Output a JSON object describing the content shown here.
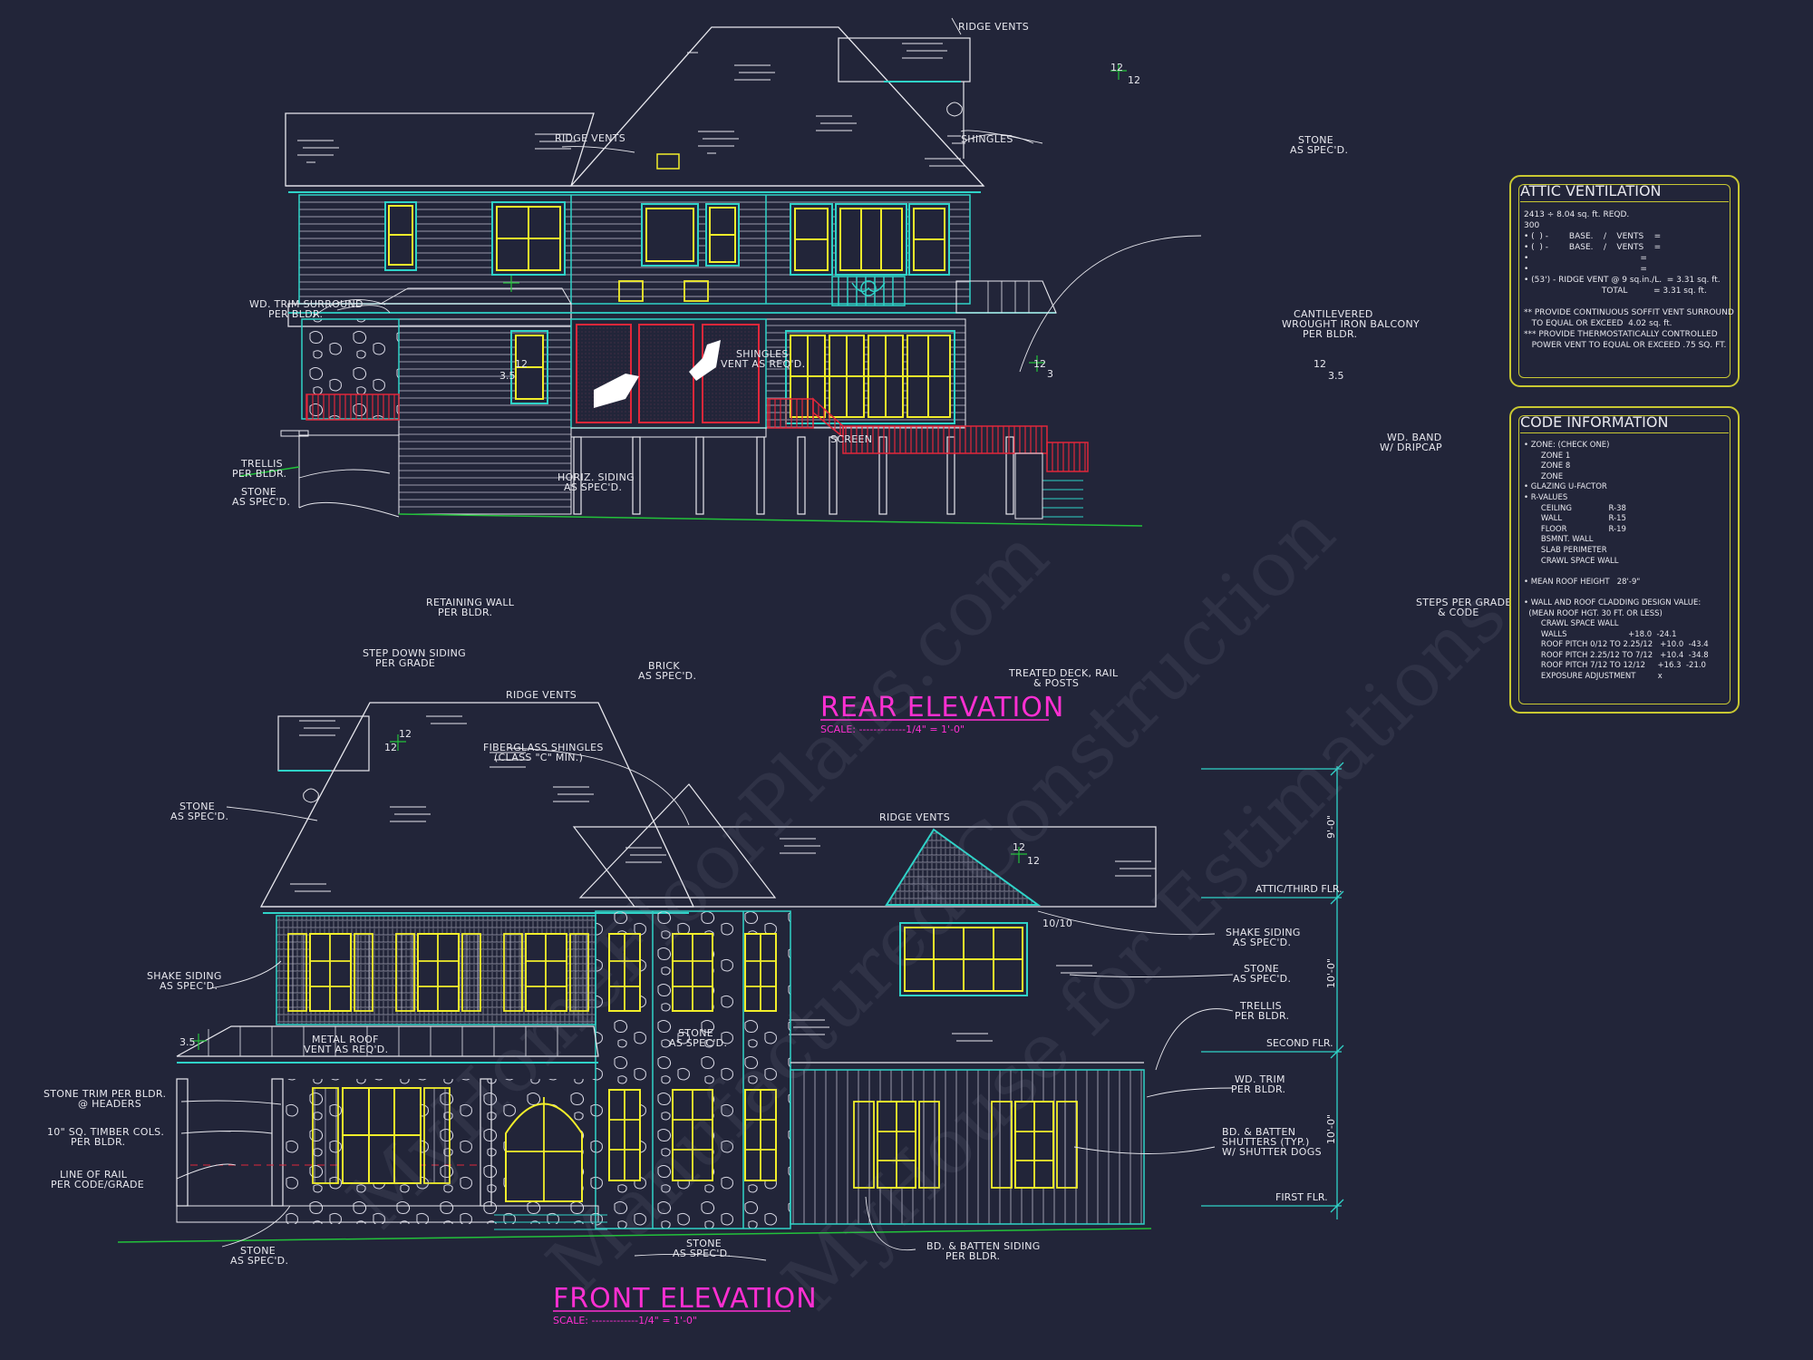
{
  "colors": {
    "background": "#222539",
    "wall": "#2fd3c8",
    "window": "#f2ee2a",
    "rail": "#e0273a",
    "title": "#ff2fd2",
    "line": "#e8e8ee",
    "grade": "#22c23a",
    "panel_border": "#c9c832"
  },
  "rear": {
    "title": "REAR ELEVATION",
    "scale": "SCALE: -------------1/4\" = 1'-0\"",
    "labels": {
      "ridge_vents_top": "RIDGE VENTS",
      "ridge_vents_left": "RIDGE VENTS",
      "shingles": "SHINGLES",
      "stone_top1": "STONE",
      "stone_top2": "AS SPEC'D.",
      "trim1": "WD. TRIM SURROUND",
      "trim2": "PER BLDR.",
      "shingles_vent1": "SHINGLES",
      "shingles_vent2": "VENT AS REQ'D.",
      "balcony1": "CANTILEVERED",
      "balcony2": "WROUGHT IRON BALCONY",
      "balcony3": "PER BLDR.",
      "trellis1": "TRELLIS",
      "trellis2": "PER BLDR.",
      "stone_l1": "STONE",
      "stone_l2": "AS SPEC'D.",
      "horiz1": "HORIZ. SIDING",
      "horiz2": "AS SPEC'D.",
      "screen": "SCREEN",
      "band1": "WD. BAND",
      "band2": "W/ DRIPCAP",
      "retain1": "RETAINING WALL",
      "retain2": "PER BLDR.",
      "stepdown1": "STEP DOWN SIDING",
      "stepdown2": "PER GRADE",
      "brick1": "BRICK",
      "brick2": "AS SPEC'D.",
      "deck1": "TREATED DECK, RAIL",
      "deck2": "& POSTS",
      "steps1": "STEPS PER GRADE",
      "steps2": "& CODE"
    },
    "pitch": {
      "twelve_a": "12",
      "twelve_b": "12",
      "twelve_c": "12",
      "twelve_d": "12",
      "twelve_e": "12",
      "p35_a": "3.5",
      "p35_b": "3.5",
      "p3": "3"
    }
  },
  "front": {
    "title": "FRONT ELEVATION",
    "scale": "SCALE: -------------1/4\" = 1'-0\"",
    "labels": {
      "ridge_vents_a": "RIDGE VENTS",
      "ridge_vents_b": "RIDGE VENTS",
      "fiber1": "FIBERGLASS SHINGLES",
      "fiber2": "(CLASS \"C\" MIN.)",
      "stone_a1": "STONE",
      "stone_a2": "AS SPEC'D.",
      "shake_l1": "SHAKE SIDING",
      "shake_l2": "AS SPEC'D.",
      "metal1": "METAL ROOF",
      "metal2": "VENT AS REQ'D.",
      "stone_c1": "STONE",
      "stone_c2": "AS SPEC'D.",
      "trim_stone1": "STONE TRIM PER BLDR.",
      "trim_stone2": "@ HEADERS",
      "timber1": "10\" SQ. TIMBER COLS.",
      "timber2": "PER BLDR.",
      "rail1": "LINE OF RAIL",
      "rail2": "PER CODE/GRADE",
      "stone_b1": "STONE",
      "stone_b2": "AS SPEC'D.",
      "stone_d1": "STONE",
      "stone_d2": "AS SPEC'D.",
      "batten_siding1": "BD. & BATTEN SIDING",
      "batten_siding2": "PER BLDR.",
      "shake_r1": "SHAKE SIDING",
      "shake_r2": "AS SPEC'D.",
      "stone_r1": "STONE",
      "stone_r2": "AS SPEC'D.",
      "trellis1": "TRELLIS",
      "trellis2": "PER BLDR.",
      "wdtrim1": "WD. TRIM",
      "wdtrim2": "PER BLDR.",
      "shutters1": "BD. & BATTEN",
      "shutters2": "SHUTTERS (TYP.)",
      "shutters3": "W/ SHUTTER DOGS",
      "pitch_1010": "10/10"
    },
    "levels": {
      "attic": "ATTIC/THIRD FLR.",
      "second": "SECOND FLR.",
      "first": "FIRST FLR."
    },
    "dims": {
      "d1": "9'-0\"",
      "d2": "10'-0\"",
      "d3": "10'-0\""
    },
    "pitch": {
      "twelve_a": "12",
      "twelve_b": "12",
      "twelve_c": "12",
      "twelve_d": "12",
      "p35": "3.5"
    }
  },
  "attic_panel": {
    "title": "ATTIC VENTILATION",
    "body": "2413 ÷ 8.04 sq. ft. REQD.\n300\n• (  ) -        BASE.    /    VENTS    =\n• (  ) -        BASE.    /    VENTS    =\n•                                           =\n•                                           =\n• (53') - RIDGE VENT @ 9 sq.in./L.  = 3.31 sq. ft.\n                              TOTAL          = 3.31 sq. ft.\n\n** PROVIDE CONTINUOUS SOFFIT VENT SURROUND\n   TO EQUAL OR EXCEED  4.02 sq. ft.\n*** PROVIDE THERMOSTATICALLY CONTROLLED\n   POWER VENT TO EQUAL OR EXCEED .75 SQ. FT."
  },
  "code_panel": {
    "title": "CODE INFORMATION",
    "body": "• ZONE: (CHECK ONE)\n       ZONE 1\n       ZONE 8\n       ZONE\n• GLAZING U-FACTOR\n• R-VALUES\n       CEILING               R-38\n       WALL                   R-15\n       FLOOR                 R-19\n       BSMNT. WALL\n       SLAB PERIMETER\n       CRAWL SPACE WALL\n\n• MEAN ROOF HEIGHT   28'-9\"\n\n• WALL AND ROOF CLADDING DESIGN VALUE:\n  (MEAN ROOF HGT. 30 FT. OR LESS)\n       CRAWL SPACE WALL\n       WALLS                         +18.0  -24.1\n       ROOF PITCH 0/12 TO 2.25/12   +10.0  -43.4\n       ROOF PITCH 2.25/12 TO 7/12   +10.4  -34.8\n       ROOF PITCH 7/12 TO 12/12     +16.3  -21.0\n       EXPOSURE ADJUSTMENT         x"
  },
  "watermark": {
    "line1": "MyHomeFloorPlans.com",
    "line2": "Manufactured Construction",
    "line3": "MyHouse for Estimations"
  }
}
